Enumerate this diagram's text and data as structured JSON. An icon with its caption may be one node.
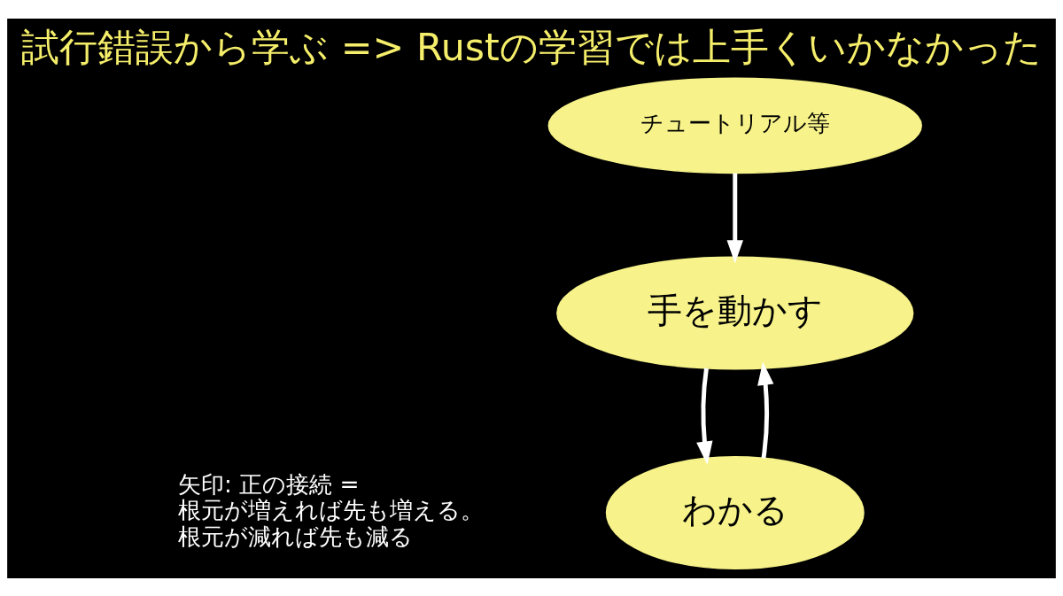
{
  "diagram": {
    "title": "試行錯誤から学ぶ => Rustの学習では上手くいかなかった",
    "nodes": [
      {
        "text": [
          "チュートリアル等"
        ]
      },
      {
        "text": [
          "手を動かす"
        ]
      },
      {
        "text": [
          "わかる"
        ]
      }
    ],
    "edges": [
      {
        "from": 0,
        "to": 1,
        "arrow": "to"
      },
      {
        "from": 1,
        "to": 2,
        "arrow": "to"
      },
      {
        "from": 2,
        "to": 1,
        "arrow": "to"
      }
    ],
    "labels": [
      "矢印: 正の接続 =",
      "根元が増えれば先も増える。",
      "根元が減れば先も減る"
    ]
  }
}
